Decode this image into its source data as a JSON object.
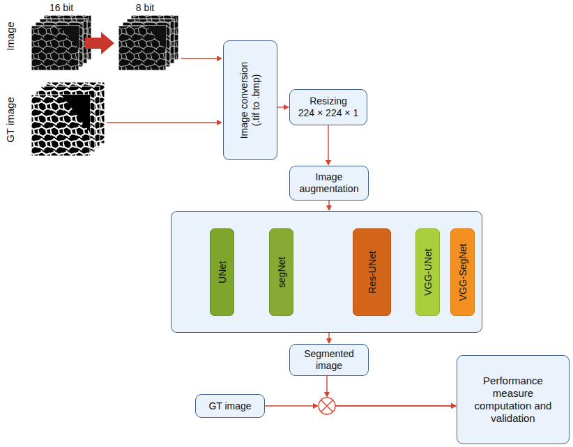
{
  "diagram": {
    "nodes": [
      {
        "text": [
          "Image conversion (.tif to .bmp)"
        ]
      },
      {
        "text": [
          "Resizing",
          "224 × 224 × 1"
        ]
      },
      {
        "text": [
          "Image augmentation"
        ]
      },
      {
        "text": []
      },
      {
        "text": [
          "UNet"
        ],
        "in": 3
      },
      {
        "text": [
          "segNet"
        ],
        "in": 3
      },
      {
        "text": [
          "Res-UNet"
        ],
        "in": 3
      },
      {
        "text": [
          "VGG-UNet"
        ],
        "in": 3
      },
      {
        "text": [
          "VGG-SegNet"
        ],
        "in": 3
      },
      {
        "text": [
          "Segmented image"
        ]
      },
      {
        "text": [
          "GT image"
        ]
      },
      {
        "text": [
          "Performance measure computation and validation"
        ]
      }
    ],
    "edges": [
      {
        "from": 0,
        "to": 1,
        "arrow": "to"
      },
      {
        "from": 1,
        "to": 2,
        "arrow": "to"
      },
      {
        "from": 2,
        "to": 3,
        "arrow": "to"
      },
      {
        "from": 3,
        "to": 9,
        "arrow": "to"
      },
      {
        "from": 9,
        "to": 11,
        "arrow": "to"
      },
      {
        "from": 10,
        "to": 11,
        "arrow": "to"
      }
    ],
    "labels": [
      "Image",
      "GT image",
      "16 bit",
      "8 bit"
    ]
  }
}
